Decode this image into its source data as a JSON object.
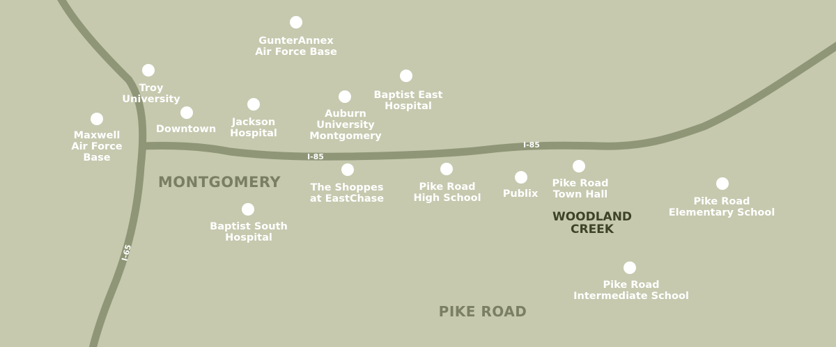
{
  "roads": {
    "i85_label": "I-85",
    "i65_label": "I-65",
    "color": "#8f9677"
  },
  "areas": {
    "montgomery": "MONTGOMERY",
    "pike_road": "PIKE ROAD",
    "woodland_creek": "WOODLAND\nCREEK"
  },
  "landmarks": {
    "gunter": "GunterAnnex\nAir Force Base",
    "troy": "Troy\nUniversity",
    "downtown": "Downtown",
    "maxwell": "Maxwell\nAir Force\nBase",
    "jackson": "Jackson\nHospital",
    "auburn": "Auburn\nUniversity\nMontgomery",
    "baptist_east": "Baptist East\nHospital",
    "shoppes": "The Shoppes\nat EastChase",
    "baptist_south": "Baptist South\nHospital",
    "pike_high": "Pike Road\nHigh School",
    "publix": "Publix",
    "town_hall": "Pike Road\nTown Hall",
    "pike_elem": "Pike Road\nElementary School",
    "pike_inter": "Pike Road\nIntermediate School"
  },
  "colors": {
    "background": "#c6c9ae",
    "marker": "#ffffff",
    "area_label": "#7a7f63",
    "woodland_creek_label": "#3d4327"
  }
}
